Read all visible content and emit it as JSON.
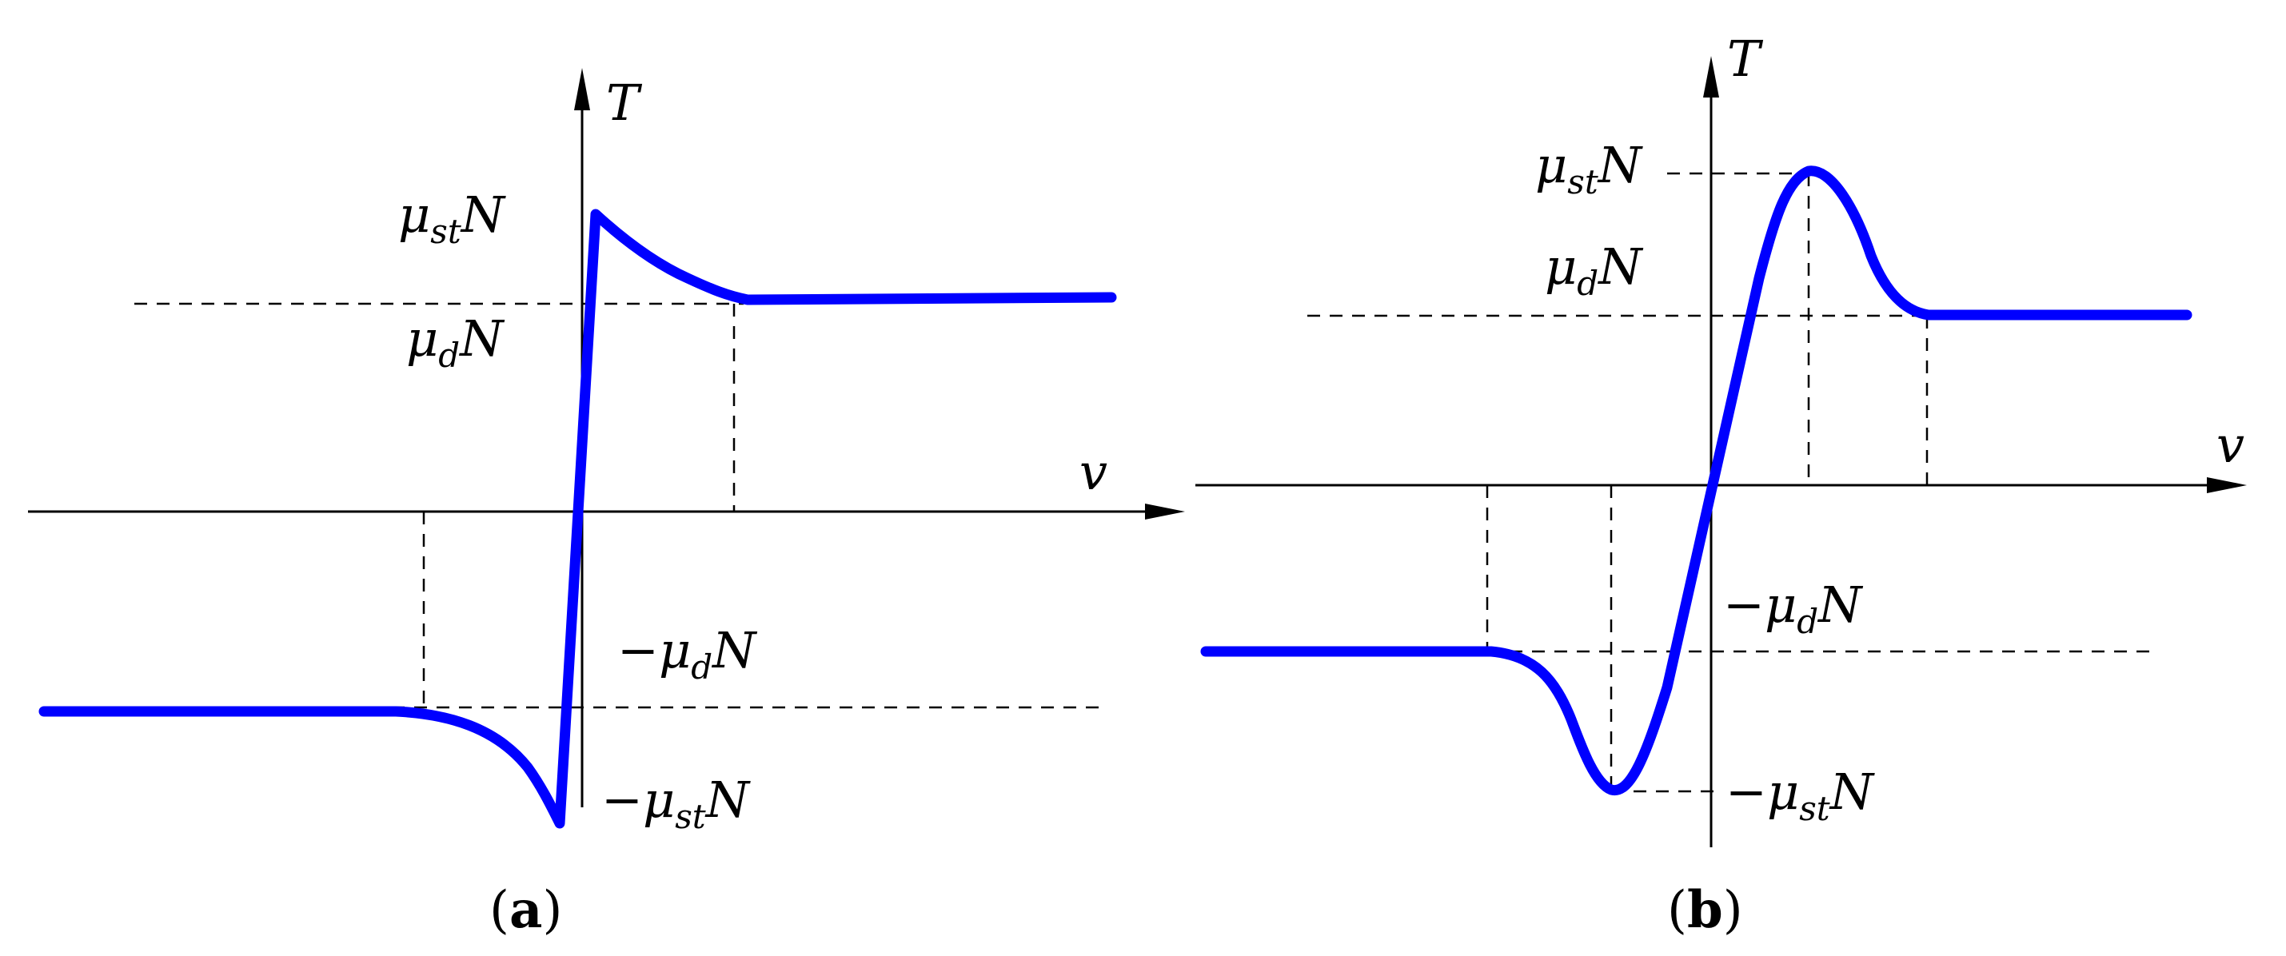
{
  "panels": [
    {
      "id": "a",
      "caption": {
        "open": "(",
        "letter": "a",
        "close": ")"
      },
      "y_axis_label": "T",
      "x_axis_label": "v",
      "labels": {
        "static_pos": {
          "sign": "",
          "mu": "μ",
          "sub": "st",
          "n": "N"
        },
        "dynamic_pos": {
          "sign": "",
          "mu": "μ",
          "sub": "d",
          "n": "N"
        },
        "dynamic_neg": {
          "sign": "−",
          "mu": "μ",
          "sub": "d",
          "n": "N"
        },
        "static_neg": {
          "sign": "−",
          "mu": "μ",
          "sub": "st",
          "n": "N"
        }
      }
    },
    {
      "id": "b",
      "caption": {
        "open": "(",
        "letter": "b",
        "close": ")"
      },
      "y_axis_label": "T",
      "x_axis_label": "v",
      "labels": {
        "static_pos": {
          "sign": "",
          "mu": "μ",
          "sub": "st",
          "n": "N"
        },
        "dynamic_pos": {
          "sign": "",
          "mu": "μ",
          "sub": "d",
          "n": "N"
        },
        "dynamic_neg": {
          "sign": "−",
          "mu": "μ",
          "sub": "d",
          "n": "N"
        },
        "static_neg": {
          "sign": "−",
          "mu": "μ",
          "sub": "st",
          "n": "N"
        }
      }
    }
  ],
  "colors": {
    "curve": "#0000ff",
    "axes": "#000000",
    "guides": "#000000"
  }
}
